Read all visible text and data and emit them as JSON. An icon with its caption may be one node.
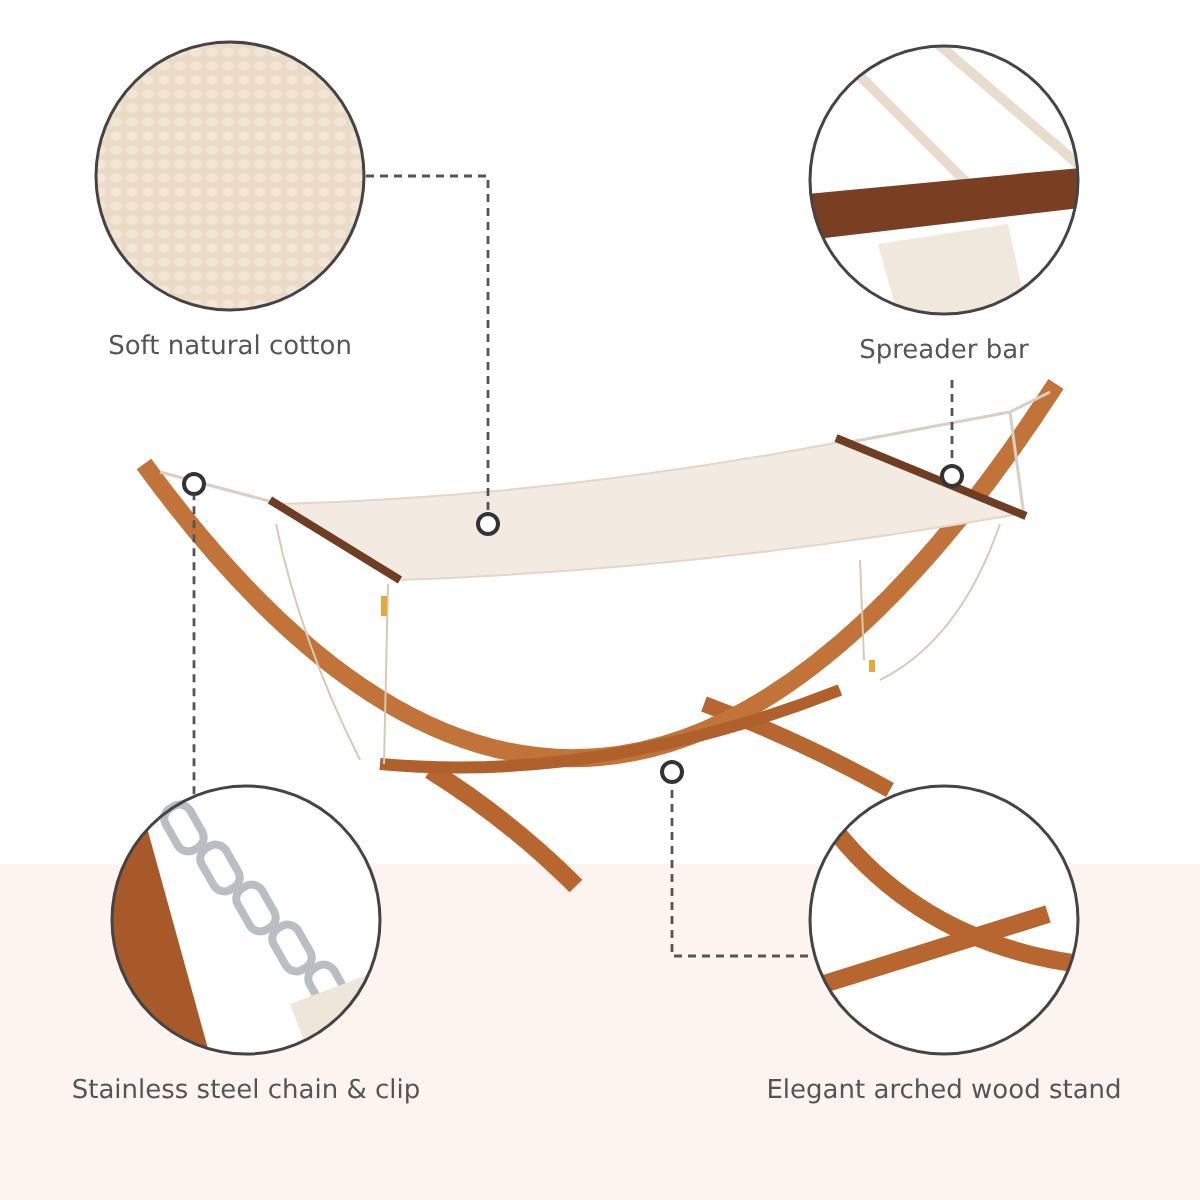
{
  "diagram": {
    "nodes": [
      {
        "text": [
          "Soft natural cotton"
        ]
      },
      {
        "text": [
          "Spreader bar"
        ]
      },
      {
        "text": [
          "Stainless steel chain & clip"
        ]
      },
      {
        "text": [
          "Elegant arched wood stand"
        ]
      },
      {
        "text": [],
        "shape": "circle"
      },
      {
        "text": [],
        "shape": "circle"
      },
      {
        "text": [],
        "shape": "circle"
      },
      {
        "text": [],
        "shape": "circle"
      }
    ],
    "edges": [
      {
        "from": 0,
        "to": 4,
        "arrow": "none",
        "style": "dashed"
      },
      {
        "from": 1,
        "to": 5,
        "arrow": "none",
        "style": "dashed"
      },
      {
        "from": 2,
        "to": 6,
        "arrow": "none",
        "style": "dashed"
      },
      {
        "from": 3,
        "to": 7,
        "arrow": "none",
        "style": "dashed"
      }
    ]
  }
}
